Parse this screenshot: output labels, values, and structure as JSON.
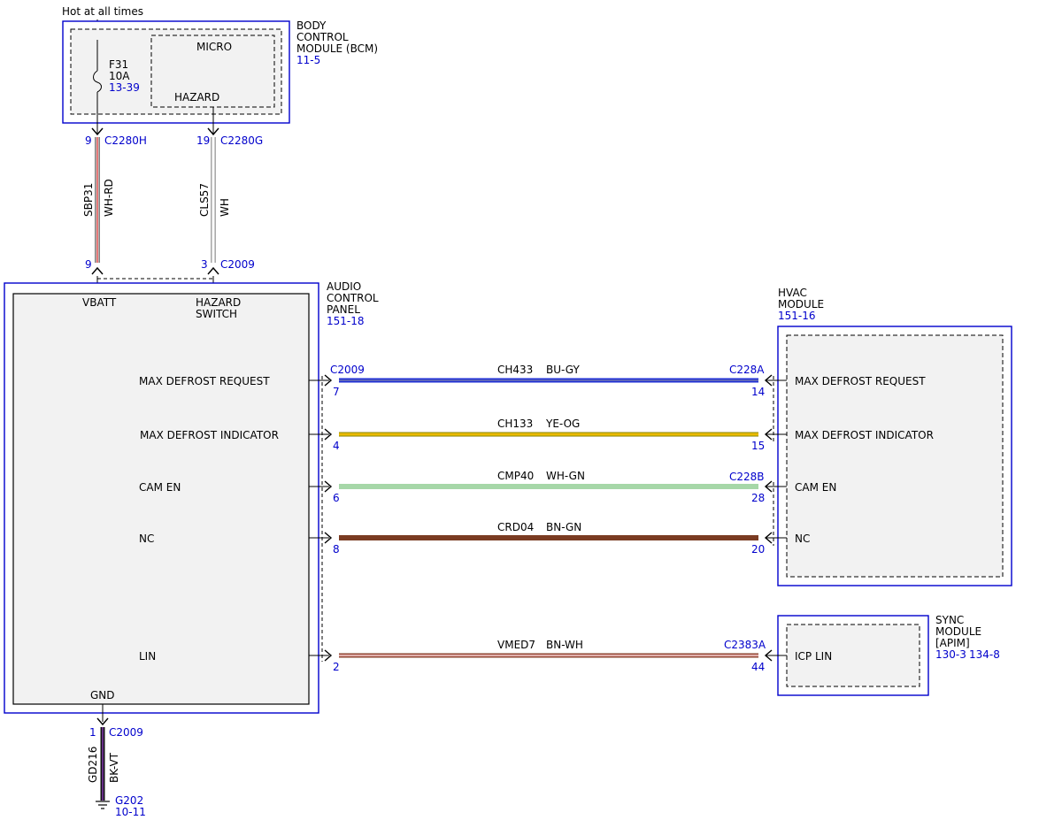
{
  "colors": {
    "module_border": "#0000cc",
    "reference_text": "#0000cc",
    "module_fill": "#f2f2f2",
    "wire_blue": "#1f2fd6",
    "wire_yellow": "#e8d200",
    "wire_green": "#4caf50",
    "wire_brown": "#7a3b22",
    "wire_red": "#d62020",
    "wire_white": "#ffffff",
    "wire_gray": "#9a9a9a",
    "wire_violet": "#8a3ab9",
    "wire_black": "#111111"
  },
  "power": {
    "label": "Hot at all times"
  },
  "bcm": {
    "title_lines": [
      "BODY",
      "CONTROL",
      "MODULE (BCM)"
    ],
    "ref": "11-5",
    "micro_label": "MICRO",
    "hazard_label": "HAZARD",
    "fuse": {
      "name": "F31",
      "rating": "10A",
      "ref": "13-39"
    }
  },
  "connectors": {
    "bcm_fuse_side": {
      "pin": "9",
      "name": "C2280H"
    },
    "bcm_hazard_side": {
      "pin": "19",
      "name": "C2280G"
    },
    "acp_vbatt": {
      "pin": "9"
    },
    "acp_hazard": {
      "pin": "3",
      "name": "C2009"
    },
    "acp_right": {
      "name": "C2009"
    },
    "acp_gnd": {
      "pin": "1",
      "name": "C2009"
    },
    "hvac_c228a": {
      "name": "C228A"
    },
    "hvac_c228b": {
      "name": "C228B"
    },
    "sync_c2383a": {
      "name": "C2383A"
    }
  },
  "upper_wires": [
    {
      "circuit": "SBP31",
      "color": "WH-RD"
    },
    {
      "circuit": "CLS57",
      "color": "WH"
    }
  ],
  "acp": {
    "title_lines": [
      "AUDIO",
      "CONTROL",
      "PANEL"
    ],
    "ref": "151-18",
    "vbatt": "VBATT",
    "hazard_lines": [
      "HAZARD",
      "SWITCH"
    ],
    "gnd": "GND"
  },
  "hvac": {
    "title_lines": [
      "HVAC",
      "MODULE"
    ],
    "ref": "151-16"
  },
  "sync": {
    "title_lines": [
      "SYNC",
      "MODULE",
      "[APIM]"
    ],
    "refs": [
      "130-3",
      "134-8"
    ],
    "signal": "ICP LIN"
  },
  "signals": [
    {
      "left_label": "MAX DEFROST REQUEST",
      "right_label": "MAX DEFROST REQUEST",
      "left_pin": "7",
      "right_pin": "14",
      "circuit": "CH433",
      "color": "BU-GY"
    },
    {
      "left_label": "MAX DEFROST INDICATOR",
      "right_label": "MAX DEFROST INDICATOR",
      "left_pin": "4",
      "right_pin": "15",
      "circuit": "CH133",
      "color": "YE-OG"
    },
    {
      "left_label": "CAM EN",
      "right_label": "CAM EN",
      "left_pin": "6",
      "right_pin": "28",
      "circuit": "CMP40",
      "color": "WH-GN"
    },
    {
      "left_label": "NC",
      "right_label": "NC",
      "left_pin": "8",
      "right_pin": "20",
      "circuit": "CRD04",
      "color": "BN-GN"
    },
    {
      "left_label": "LIN",
      "right_label": "",
      "left_pin": "2",
      "right_pin": "44",
      "circuit": "VMED7",
      "color": "BN-WH"
    }
  ],
  "ground": {
    "circuit": "GD216",
    "color": "BK-VT",
    "name": "G202",
    "ref": "10-11"
  }
}
